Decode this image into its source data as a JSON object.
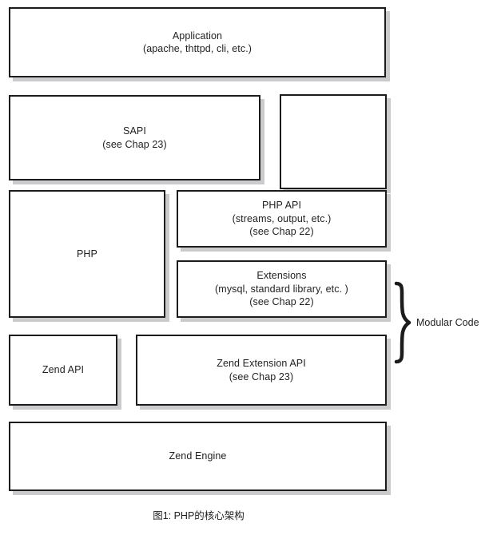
{
  "figure": {
    "caption": "图1:  PHP的核心架构",
    "colors": {
      "box_fill": "#ffffff",
      "box_border": "#1c1c1c",
      "box_shadow": "#c8c8cb",
      "text": "#1f1f1f",
      "background": "#ffffff"
    }
  },
  "boxes": [
    {
      "id": "application",
      "lines": [
        "Application",
        "(apache, thttpd, cli, etc.)"
      ]
    },
    {
      "id": "sapi",
      "lines": [
        "SAPI",
        "(see Chap 23)"
      ]
    },
    {
      "id": "blank-upper-right",
      "lines": []
    },
    {
      "id": "php",
      "lines": [
        "PHP"
      ]
    },
    {
      "id": "php-api",
      "lines": [
        "PHP API",
        "(streams, output, etc.)",
        "(see Chap 22)"
      ]
    },
    {
      "id": "extensions",
      "lines": [
        "Extensions",
        "(mysql, standard library, etc. )",
        "(see Chap 22)"
      ]
    },
    {
      "id": "zend-api",
      "lines": [
        "Zend API"
      ]
    },
    {
      "id": "zend-extension-api",
      "lines": [
        "Zend Extension API",
        "(see Chap 23)"
      ]
    },
    {
      "id": "zend-engine",
      "lines": [
        "Zend Engine"
      ]
    }
  ],
  "annotation": {
    "brace_label": "Modular Code",
    "brace_icon": "right-curly-brace-icon"
  }
}
